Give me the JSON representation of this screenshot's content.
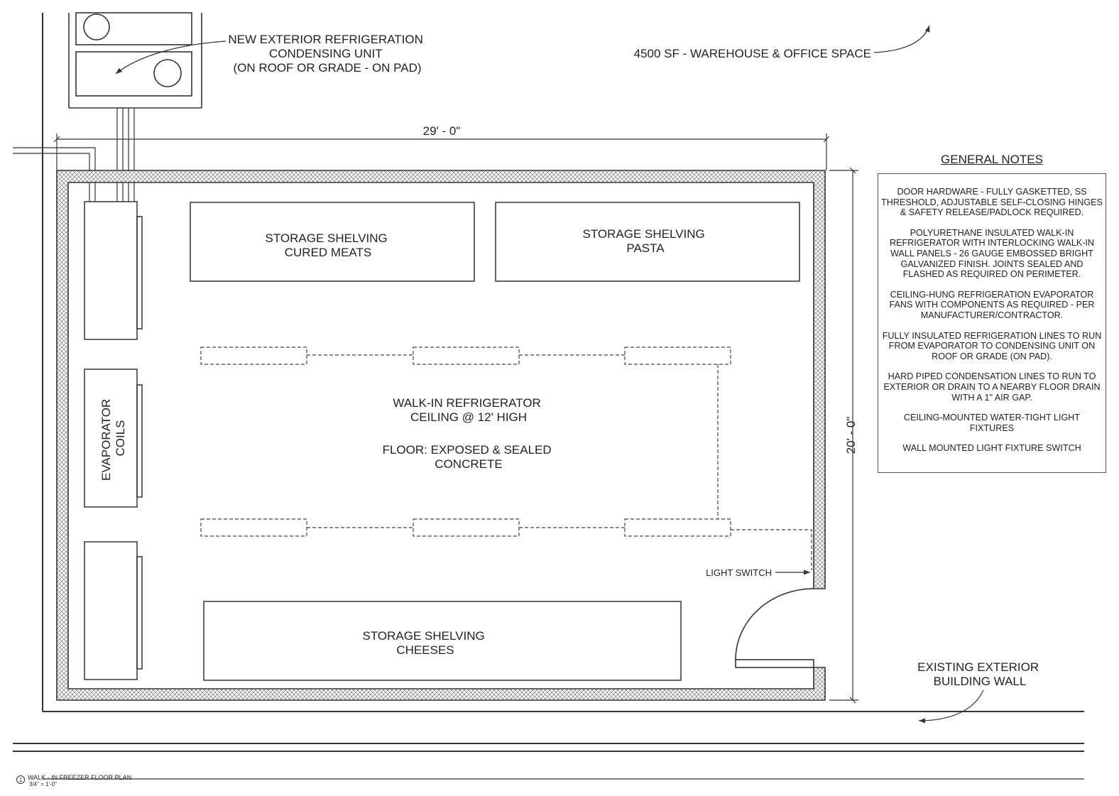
{
  "labels": {
    "condensing_unit": [
      "NEW EXTERIOR REFRIGERATION",
      "CONDENSING UNIT",
      "(ON ROOF OR GRADE - ON PAD)"
    ],
    "warehouse": "4500 SF - WAREHOUSE & OFFICE SPACE",
    "dim_width": "29' - 0\"",
    "dim_height": "20' - 0\"",
    "shelf_meats": [
      "STORAGE SHELVING",
      "CURED MEATS"
    ],
    "shelf_pasta": [
      "STORAGE SHELVING",
      "PASTA"
    ],
    "shelf_cheeses": [
      "STORAGE SHELVING",
      "CHEESES"
    ],
    "evaporator": [
      "EVAPORATOR",
      "COILS"
    ],
    "room": [
      "WALK-IN REFRIGERATOR",
      "CEILING @ 12' HIGH"
    ],
    "floor": [
      "FLOOR: EXPOSED & SEALED",
      "CONCRETE"
    ],
    "light_switch": "LIGHT SWITCH",
    "exterior_wall": [
      "EXISTING EXTERIOR",
      "BUILDING WALL"
    ],
    "title_number": "1",
    "title": "WALK - IN FREEZER FLOOR PLAN",
    "scale": "3/4\" = 1'-0\""
  },
  "notes": {
    "heading": "GENERAL NOTES",
    "items": [
      "DOOR HARDWARE - FULLY GASKETTED, SS THRESHOLD, ADJUSTABLE SELF-CLOSING HINGES & SAFETY RELEASE/PADLOCK REQUIRED.",
      "POLYURETHANE INSULATED WALK-IN REFRIGERATOR WITH INTERLOCKING WALK-IN WALL PANELS - 26 GAUGE EMBOSSED BRIGHT GALVANIZED FINISH. JOINTS SEALED AND FLASHED AS REQUIRED ON PERIMETER.",
      "CEILING-HUNG REFRIGERATION EVAPORATOR FANS WITH COMPONENTS AS REQUIRED - PER MANUFACTURER/CONTRACTOR.",
      "FULLY INSULATED REFRIGERATION LINES TO RUN FROM EVAPORATOR TO CONDENSING UNIT ON ROOF OR GRADE (ON PAD).",
      "HARD PIPED CONDENSATION LINES TO RUN TO EXTERIOR OR DRAIN TO A NEARBY FLOOR DRAIN WITH A 1\" AIR GAP.",
      "CEILING-MOUNTED WATER-TIGHT LIGHT FIXTURES",
      "WALL MOUNTED LIGHT FIXTURE SWITCH"
    ]
  }
}
